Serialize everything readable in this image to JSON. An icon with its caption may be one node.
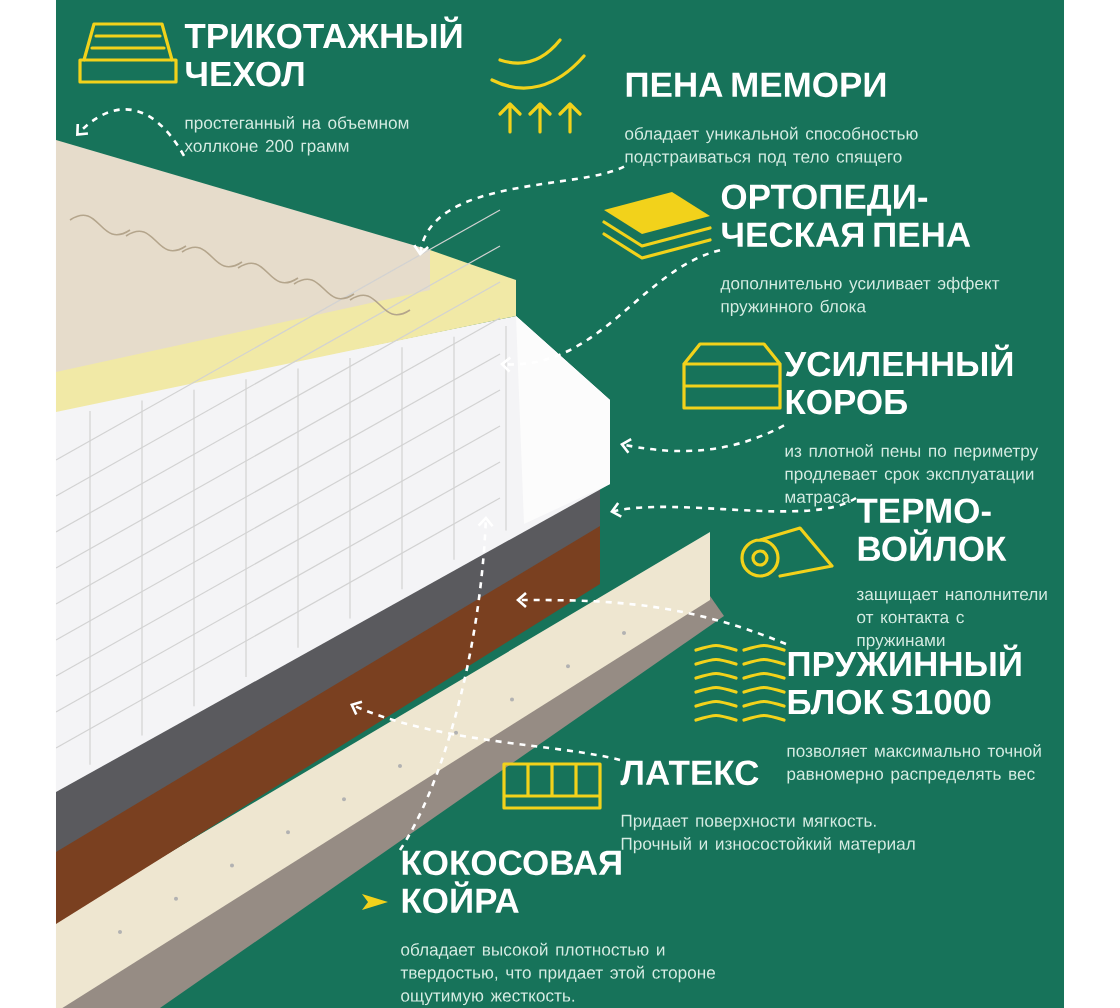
{
  "diagram": {
    "nodes": [
      {
        "text": [
          "ТРИКОТАЖНЫЙ ЧЕХОЛ",
          "простеганный на объемном холлконе 200 грамм"
        ]
      },
      {
        "text": [
          "ПЕНА МЕМОРИ",
          "обладает уникальной способностью подстраиваться под тело спящего"
        ]
      },
      {
        "text": [
          "ОРТОПЕДИ-ЧЕСКАЯ ПЕНА",
          "дополнительно усиливает эффект пружинного блока"
        ]
      },
      {
        "text": [
          "УСИЛЕННЫЙ КОРОБ",
          "из плотной пены по периметру продлевает срок эксплуатации матраса"
        ]
      },
      {
        "text": [
          "ТЕРМО-ВОЙЛОК",
          "защищает наполнители от контакта с пружинами"
        ]
      },
      {
        "text": [
          "ПРУЖИННЫЙ БЛОК S1000",
          "позволяет максимально точной равномерно распределять вес"
        ]
      },
      {
        "text": [
          "ЛАТЕКС",
          "Придает поверхности мягкость. Прочный и износостойкий материал"
        ]
      },
      {
        "text": [
          "КОКОСОВАЯ КОЙРА",
          "обладает высокой плотностью и твердостью, что придает этой стороне ощутимую жесткость."
        ]
      }
    ],
    "edges": [
      {
        "from": 0,
        "to": null,
        "arrow": "to",
        "style": "dashed"
      },
      {
        "from": 1,
        "to": null,
        "arrow": "to",
        "style": "dashed"
      },
      {
        "from": 2,
        "to": null,
        "arrow": "to",
        "style": "dashed"
      },
      {
        "from": 3,
        "to": null,
        "arrow": "to",
        "style": "dashed"
      },
      {
        "from": 4,
        "to": null,
        "arrow": "to",
        "style": "dashed"
      },
      {
        "from": 5,
        "to": null,
        "arrow": "to",
        "style": "dashed"
      },
      {
        "from": 6,
        "to": null,
        "arrow": "to",
        "style": "dashed"
      },
      {
        "from": 7,
        "to": null,
        "arrow": "to",
        "style": "dashed"
      }
    ]
  }
}
